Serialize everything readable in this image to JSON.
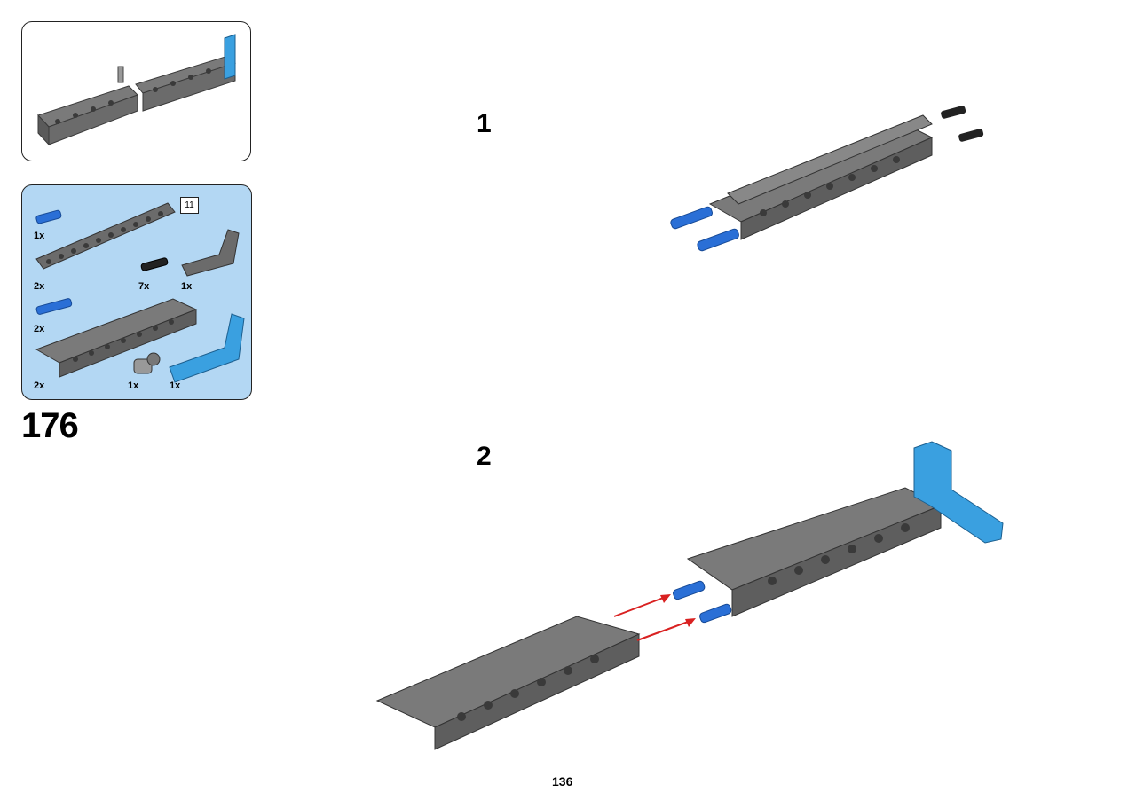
{
  "step": {
    "number": "176"
  },
  "sub_steps": [
    {
      "label": "1"
    },
    {
      "label": "2"
    }
  ],
  "parts_list": {
    "length_badge": "11",
    "items": [
      {
        "qty": "1x",
        "part": "blue-axle-pin-icon"
      },
      {
        "qty": "2x",
        "part": "grey-liftarm-11-icon"
      },
      {
        "qty": "7x",
        "part": "black-friction-pin-icon"
      },
      {
        "qty": "1x",
        "part": "grey-bent-liftarm-icon"
      },
      {
        "qty": "2x",
        "part": "blue-axle-pin-icon"
      },
      {
        "qty": "2x",
        "part": "grey-beam-frame-icon"
      },
      {
        "qty": "1x",
        "part": "grey-angle-connector-icon"
      },
      {
        "qty": "1x",
        "part": "blue-l-liftarm-icon"
      }
    ]
  },
  "page": {
    "number": "136"
  },
  "colors": {
    "parts_panel_bg": "#b3d7f3",
    "dark_grey_part": "#6b6b6b",
    "blue_part": "#2a6fd6",
    "azure_part": "#3aa0e0",
    "arrow_red": "#d92121"
  }
}
